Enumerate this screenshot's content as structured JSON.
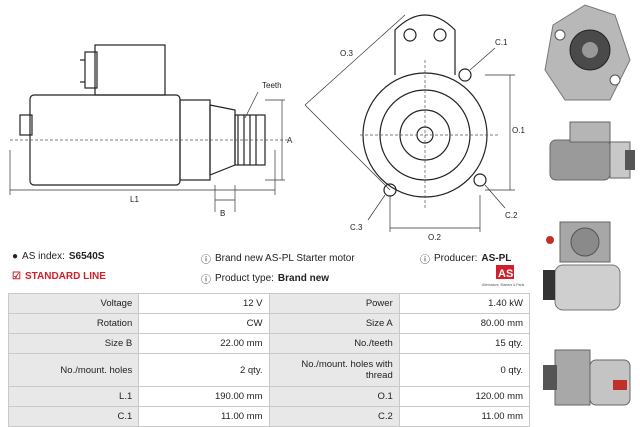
{
  "drawing_labels": {
    "teeth": "Teeth",
    "a": "A",
    "b": "B",
    "l1": "L1",
    "o1": "O.1",
    "o2": "O.2",
    "o3": "O.3",
    "c1": "C.1",
    "c2": "C.2",
    "c3": "C.3"
  },
  "info": {
    "as_index_label": "AS index:",
    "as_index_value": "S6540S",
    "description": "Brand new AS-PL Starter motor",
    "producer_label": "Producer:",
    "producer_value": "AS-PL",
    "standard_line": "STANDARD LINE",
    "product_type_label": "Product type:",
    "product_type_value": "Brand new",
    "logo_text": "AS",
    "logo_caption": "Alternators, Starters & Parts"
  },
  "specs": [
    {
      "l1": "Voltage",
      "v1": "12 V",
      "l2": "Power",
      "v2": "1.40 kW"
    },
    {
      "l1": "Rotation",
      "v1": "CW",
      "l2": "Size A",
      "v2": "80.00 mm"
    },
    {
      "l1": "Size B",
      "v1": "22.00 mm",
      "l2": "No./teeth",
      "v2": "15 qty."
    },
    {
      "l1": "No./mount. holes",
      "v1": "2 qty.",
      "l2": "No./mount. holes with thread",
      "v2": "0 qty."
    },
    {
      "l1": "L.1",
      "v1": "190.00 mm",
      "l2": "O.1",
      "v2": "120.00 mm"
    },
    {
      "l1": "C.1",
      "v1": "11.00 mm",
      "l2": "C.2",
      "v2": "11.00 mm"
    }
  ]
}
